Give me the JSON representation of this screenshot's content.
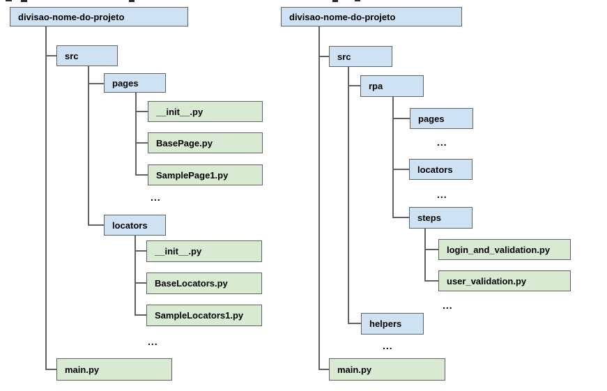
{
  "colors": {
    "directory_fill": "#cfe2f3",
    "file_fill": "#d9ead3",
    "border": "#616161",
    "connector": "#616161",
    "text": "#000000"
  },
  "trees": {
    "left": {
      "root": "divisao-nome-do-projeto",
      "src": "src",
      "pages": "pages",
      "pages_files": [
        "__init__.py",
        "BasePage.py",
        "SamplePage1.py"
      ],
      "pages_more": "...",
      "locators": "locators",
      "locators_files": [
        "__init__.py",
        "BaseLocators.py",
        "SampleLocators1.py"
      ],
      "locators_more": "...",
      "main": "main.py"
    },
    "right": {
      "root": "divisao-nome-do-projeto",
      "src": "src",
      "rpa": "rpa",
      "pages": "pages",
      "pages_more": "...",
      "locators": "locators",
      "locators_more": "...",
      "steps": "steps",
      "steps_files": [
        "login_and_validation.py",
        "user_validation.py"
      ],
      "steps_more": "...",
      "helpers": "helpers",
      "helpers_more": "...",
      "main": "main.py"
    }
  }
}
